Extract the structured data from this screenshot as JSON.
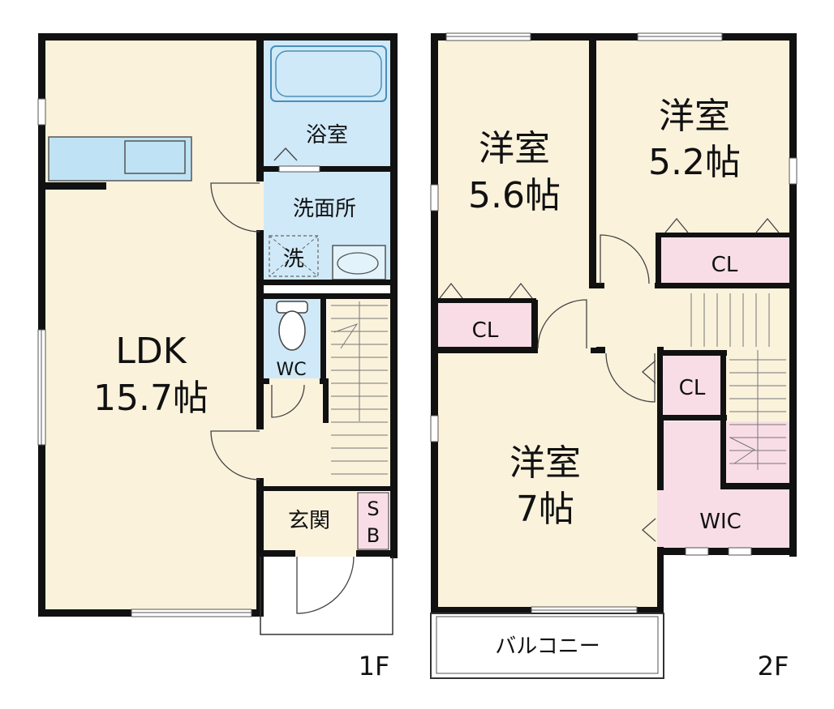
{
  "floors": {
    "first": {
      "label": "1F",
      "rooms": {
        "ldk": {
          "name": "LDK",
          "size": "15.7帖"
        },
        "bath": {
          "name": "浴室"
        },
        "washroom": {
          "name": "洗面所"
        },
        "washer": {
          "name": "洗"
        },
        "wc": {
          "name": "WC"
        },
        "entrance": {
          "name": "玄関"
        },
        "shoebox": {
          "line1": "S",
          "line2": "B"
        }
      }
    },
    "second": {
      "label": "2F",
      "rooms": {
        "western_a": {
          "name": "洋室",
          "size": "5.6帖"
        },
        "western_b": {
          "name": "洋室",
          "size": "5.2帖"
        },
        "western_c": {
          "name": "洋室",
          "size": "7帖"
        },
        "closet_a": {
          "name": "CL"
        },
        "closet_b": {
          "name": "CL"
        },
        "closet_c": {
          "name": "CL"
        },
        "wic": {
          "name": "WIC"
        },
        "balcony": {
          "name": "バルコニー"
        }
      }
    }
  },
  "colors": {
    "floor": "#fbf2dc",
    "water": "#cfe9f8",
    "closet": "#f9dde6",
    "wall": "#111111"
  }
}
